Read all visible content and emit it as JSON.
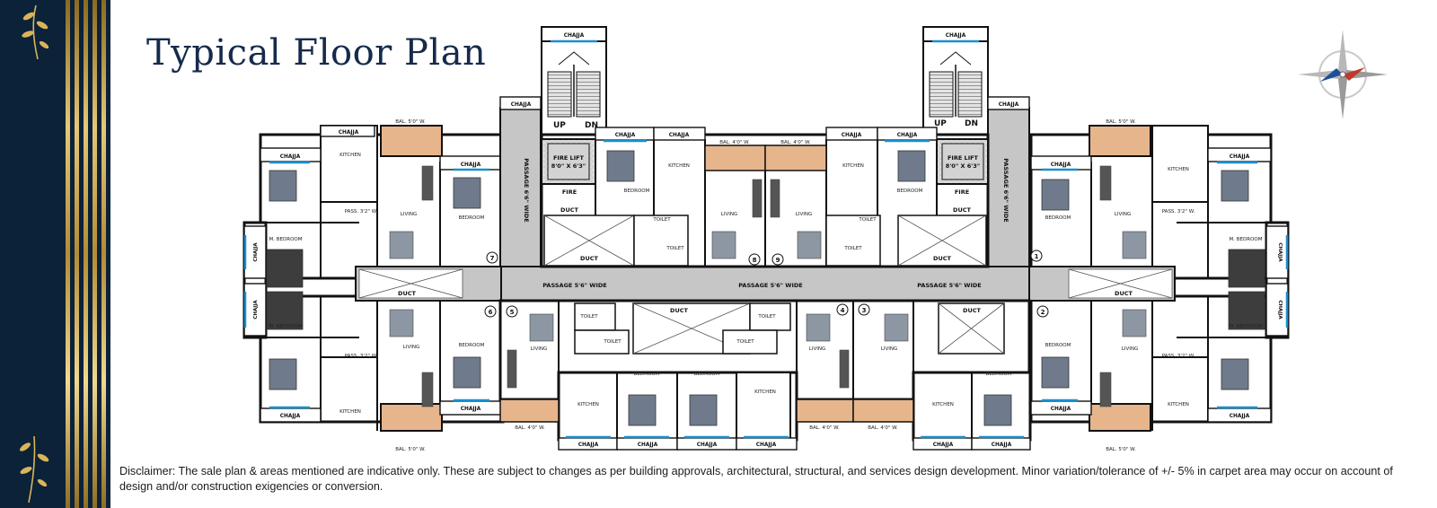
{
  "title": "Typical Floor Plan",
  "disclaimer": "Disclaimer: The sale plan & areas mentioned are indicative only. These are subject to changes as per building approvals, architectural, structural, and services design development. Minor variation/tolerance of +/- 5% in carpet area may occur on account of design and/or construction exigencies or conversion.",
  "labels": {
    "chajja": "CHAJJA",
    "up": "UP",
    "dn": "DN",
    "fire_lift": "FIRE LIFT",
    "fire_lift_size": "8'0\" X 6'3\"",
    "fire": "FIRE",
    "duct": "DUCT",
    "passage_vertical": "PASSAGE 6'6\" WIDE",
    "passage_horizontal": "PASSAGE 5'6\" WIDE",
    "kitchen": "KITCHEN",
    "living": "LIVING",
    "bedroom": "BEDROOM",
    "m_bedroom": "M. BEDROOM",
    "toilet": "TOILET",
    "pass": "PASS. 3'2\" W.",
    "bal": "BAL. 5'0\" W.",
    "bal4": "BAL. 4'0\" W."
  },
  "units": [
    "1",
    "2",
    "3",
    "4",
    "5",
    "6",
    "7",
    "8",
    "9"
  ],
  "colors": {
    "sidebar": "#0b2238",
    "gold": "#c9a54c",
    "title": "#162a4b",
    "passage": "#c6c6c6",
    "wall": "#111111",
    "balcony": "#e7b58c",
    "window": "#1a8fd0"
  },
  "icons": [
    "leaf-branch-icon",
    "compass-rose-icon"
  ]
}
